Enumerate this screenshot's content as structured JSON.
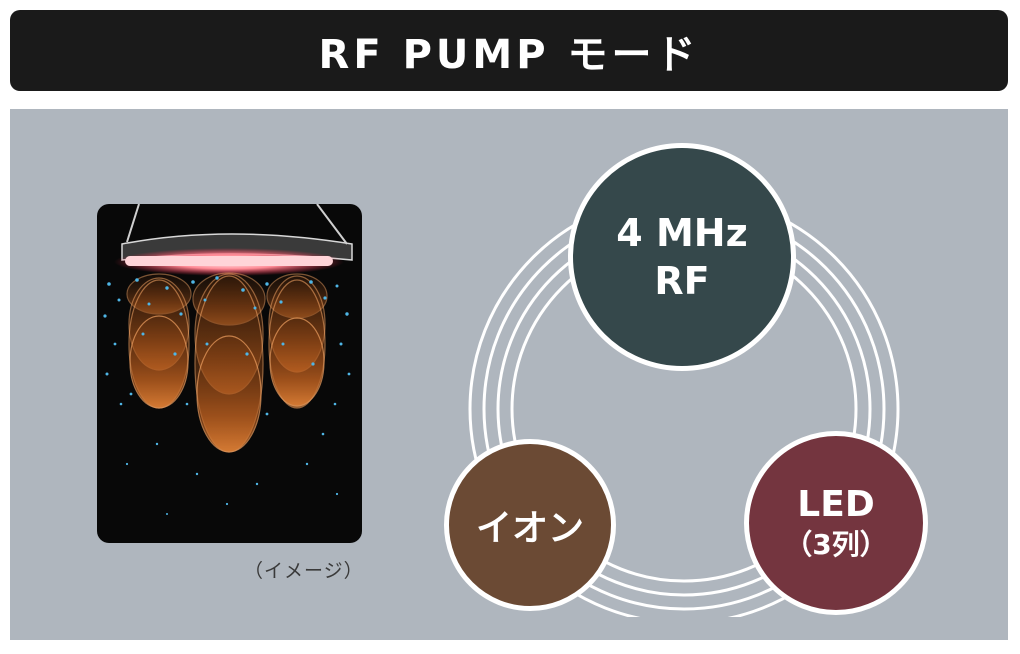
{
  "header": {
    "title": "RF PUMP モード"
  },
  "illustration": {
    "caption": "（イメージ）"
  },
  "diagram": {
    "nodes": {
      "rf": {
        "line1": "4 MHz",
        "line2": "RF"
      },
      "ion": {
        "line1": "イオン"
      },
      "led": {
        "line1": "LED",
        "line2": "（3列）"
      }
    }
  },
  "colors": {
    "header_bg": "#1a1a1a",
    "panel_bg": "#afb6be",
    "rf_node": "#35484b",
    "ion_node": "#6b4a34",
    "led_node": "#74353f",
    "wave_orange": "#e0782c",
    "led_glow": "#ff6070"
  }
}
